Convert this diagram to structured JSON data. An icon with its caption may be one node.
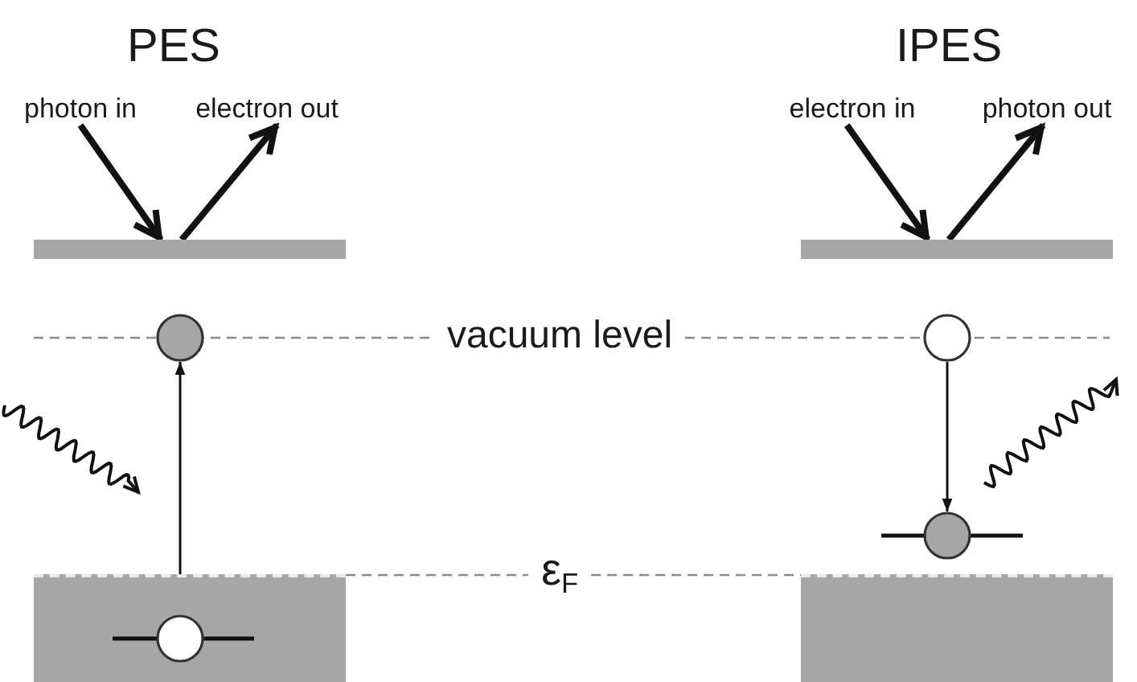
{
  "diagram": {
    "nodes": [
      {
        "text": [
          "photon in"
        ]
      },
      {
        "text": [
          "electron out"
        ]
      },
      {
        "text": [
          "electron in"
        ]
      },
      {
        "text": [
          "photon out"
        ]
      },
      {
        "text": [],
        "shape": "bar"
      },
      {
        "text": [],
        "shape": "bar"
      },
      {
        "text": [],
        "shape": "circle"
      },
      {
        "text": [],
        "shape": "circle"
      },
      {
        "text": [],
        "shape": "circle"
      },
      {
        "text": [],
        "shape": "box"
      },
      {
        "text": [],
        "shape": "circle",
        "in": 9
      },
      {
        "text": [],
        "shape": "box"
      }
    ],
    "edges": [
      {
        "from": 0,
        "to": 4,
        "arrow": "to"
      },
      {
        "from": 4,
        "to": 1,
        "arrow": "to"
      },
      {
        "from": 2,
        "to": 5,
        "arrow": "to"
      },
      {
        "from": 5,
        "to": 3,
        "arrow": "to"
      },
      {
        "from": 9,
        "to": 6,
        "arrow": "to"
      },
      {
        "from": 7,
        "to": 8,
        "arrow": "to"
      }
    ],
    "labels": [
      "PES",
      "IPES",
      "vacuum level",
      "ε$_{F}$"
    ]
  }
}
